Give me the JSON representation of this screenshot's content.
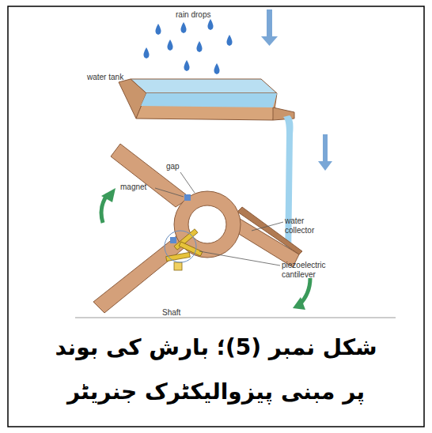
{
  "diagram": {
    "caption": "شکل نمبر (5)؛ بارش کی بوند پر مبنی پیزوالیکٹرک جنریٹر",
    "labels": [
      "rain drops",
      "water tank",
      "gap",
      "magnet",
      "water collector",
      "piezoelectric cantilever",
      "Shaft"
    ]
  }
}
